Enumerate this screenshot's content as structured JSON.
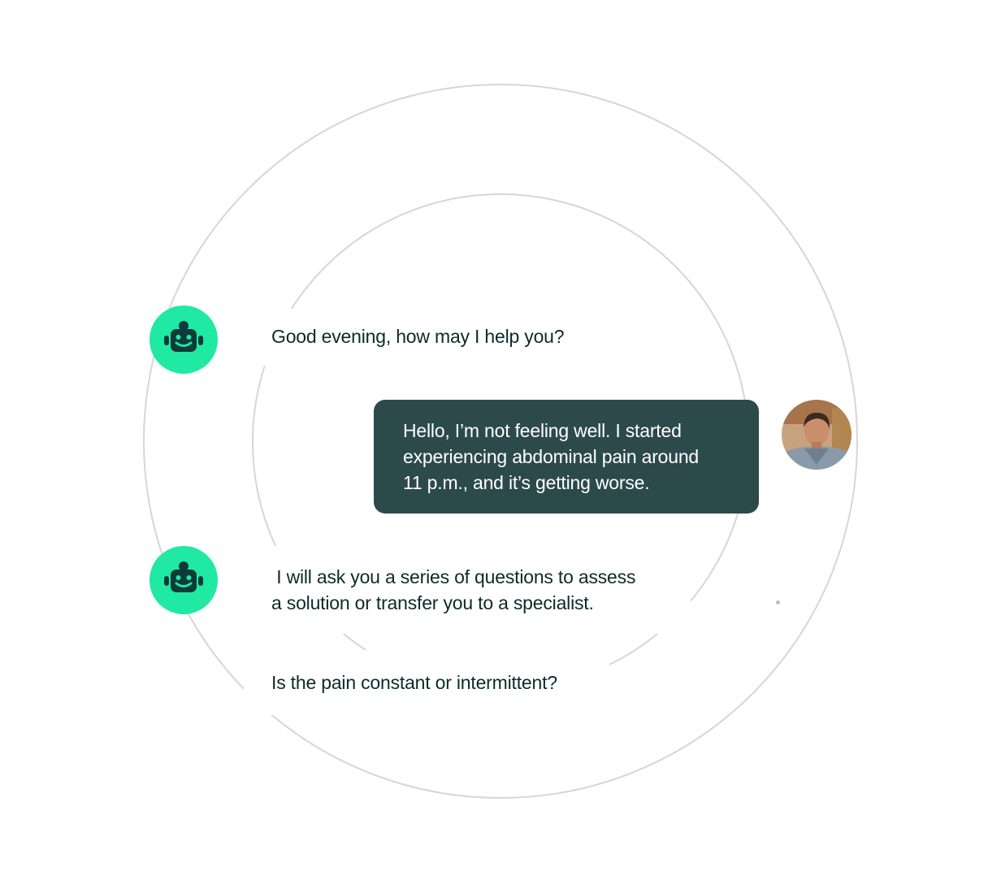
{
  "colors": {
    "accent": "#1fe9a3",
    "bot_icon": "#0e3a3a",
    "user_bubble": "#2d4a4b",
    "ring": "#d6d6d6"
  },
  "icons": {
    "bot": "robot-face-icon",
    "user": "user-photo-avatar"
  },
  "chat": {
    "messages": [
      {
        "sender": "bot",
        "lines": [
          "Good evening, how may I help you?"
        ]
      },
      {
        "sender": "user",
        "lines": [
          "Hello, I’m not feeling well. I started",
          "experiencing abdominal pain around",
          "11 p.m., and it’s getting worse."
        ]
      },
      {
        "sender": "bot",
        "lines": [
          " I will ask you a series of questions to assess",
          "a solution or transfer you to a specialist."
        ]
      },
      {
        "sender": "bot",
        "lines": [
          "Is the pain constant or intermittent?"
        ]
      }
    ]
  }
}
